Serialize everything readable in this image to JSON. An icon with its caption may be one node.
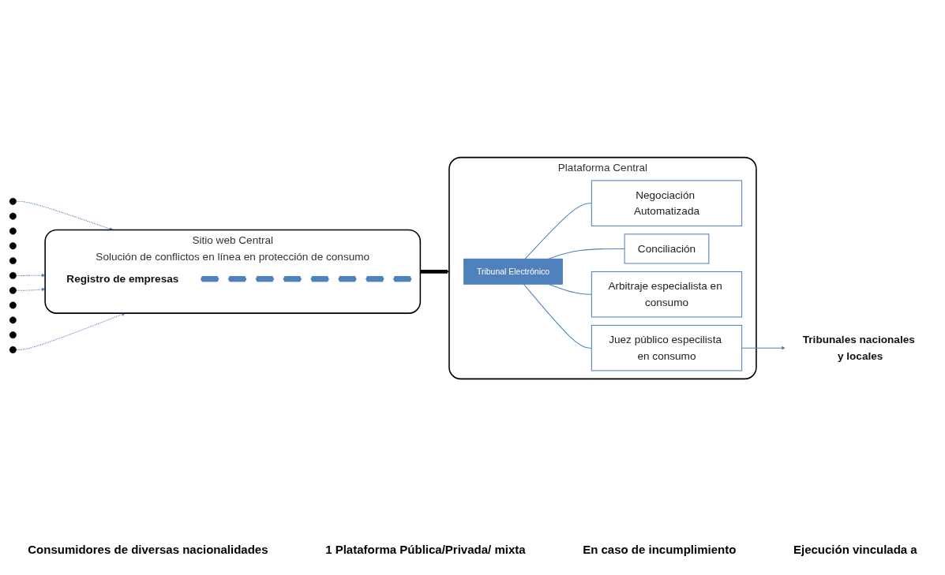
{
  "diagram": {
    "nodes": [
      {
        "text": [],
        "shape": "circle"
      },
      {
        "text": [],
        "shape": "circle"
      },
      {
        "text": [],
        "shape": "circle"
      },
      {
        "text": [],
        "shape": "circle"
      },
      {
        "text": [],
        "shape": "circle"
      },
      {
        "text": [],
        "shape": "circle"
      },
      {
        "text": [],
        "shape": "circle"
      },
      {
        "text": [],
        "shape": "circle"
      },
      {
        "text": [],
        "shape": "circle"
      },
      {
        "text": [],
        "shape": "circle"
      },
      {
        "text": [],
        "shape": "circle"
      },
      {
        "text": [
          "Sitio web Central",
          "Solución de conflictos en línea en protección de consumo"
        ]
      },
      {
        "text": [
          "Registro de empresas"
        ],
        "in": 11
      },
      {
        "text": [],
        "shape": "hexagon",
        "in": 11
      },
      {
        "text": [],
        "shape": "hexagon",
        "in": 11
      },
      {
        "text": [],
        "shape": "hexagon",
        "in": 11
      },
      {
        "text": [],
        "shape": "hexagon",
        "in": 11
      },
      {
        "text": [],
        "shape": "hexagon",
        "in": 11
      },
      {
        "text": [],
        "shape": "hexagon",
        "in": 11
      },
      {
        "text": [],
        "shape": "hexagon",
        "in": 11
      },
      {
        "text": [],
        "shape": "hexagon",
        "in": 11
      },
      {
        "text": [
          "Plataforma Central"
        ]
      },
      {
        "text": [
          "Tribunal Electrónico"
        ],
        "in": 21
      },
      {
        "text": [
          "Negociación Automatizada"
        ],
        "in": 21
      },
      {
        "text": [
          "Conciliación"
        ],
        "in": 21
      },
      {
        "text": [
          "Arbitraje especialista en consumo"
        ],
        "in": 21
      },
      {
        "text": [
          "Juez público especilista en consumo"
        ],
        "in": 21
      },
      {
        "text": [
          "Tribunales nacionales y locales"
        ]
      }
    ],
    "edges": [
      {
        "from": 0,
        "to": 11,
        "arrow": "to",
        "style": "dashed"
      },
      {
        "from": 5,
        "to": 11,
        "arrow": "to",
        "style": "dashed"
      },
      {
        "from": 6,
        "to": 11,
        "arrow": "to",
        "style": "dashed"
      },
      {
        "from": 10,
        "to": 11,
        "arrow": "to",
        "style": "dashed"
      },
      {
        "from": 11,
        "to": 21,
        "arrow": "to",
        "style": "thick",
        "color": "#000000"
      },
      {
        "from": 22,
        "to": 23,
        "arrow": "none"
      },
      {
        "from": 22,
        "to": 24,
        "arrow": "none"
      },
      {
        "from": 22,
        "to": 25,
        "arrow": "none"
      },
      {
        "from": 22,
        "to": 26,
        "arrow": "none"
      },
      {
        "from": 26,
        "to": 27,
        "arrow": "to"
      }
    ],
    "labels": [
      "Consumidores de diversas nacionalidades",
      "1 Plataforma Pública/Privada/ mixta",
      "En caso de incumplimiento",
      "Ejecución vinculada a"
    ]
  }
}
